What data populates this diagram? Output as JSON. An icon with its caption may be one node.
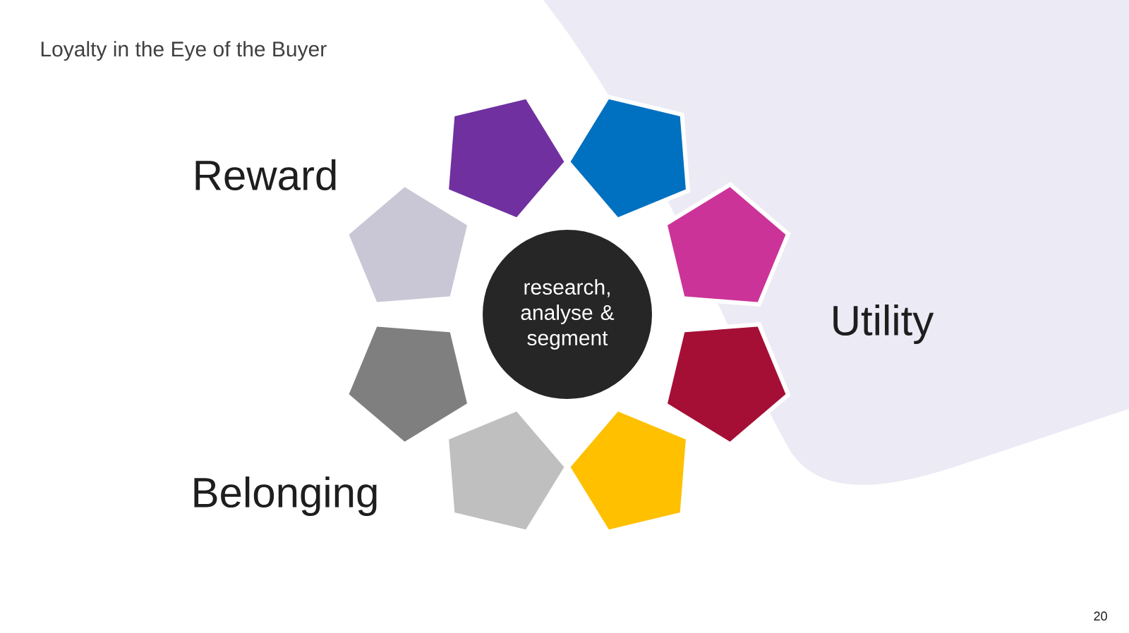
{
  "diagram": {
    "title": "Loyalty in the Eye of the Buyer",
    "nodes": [
      {
        "text": [
          "research, analyse & segment"
        ]
      },
      {
        "text": [],
        "shape": "pentagon"
      },
      {
        "text": [],
        "shape": "pentagon"
      },
      {
        "text": [],
        "shape": "pentagon"
      },
      {
        "text": [],
        "shape": "pentagon"
      },
      {
        "text": [],
        "shape": "pentagon"
      },
      {
        "text": [],
        "shape": "pentagon"
      },
      {
        "text": [],
        "shape": "pentagon"
      },
      {
        "text": [],
        "shape": "pentagon"
      }
    ],
    "labels": [
      "Reward",
      "Utility",
      "Belonging",
      "20"
    ]
  }
}
